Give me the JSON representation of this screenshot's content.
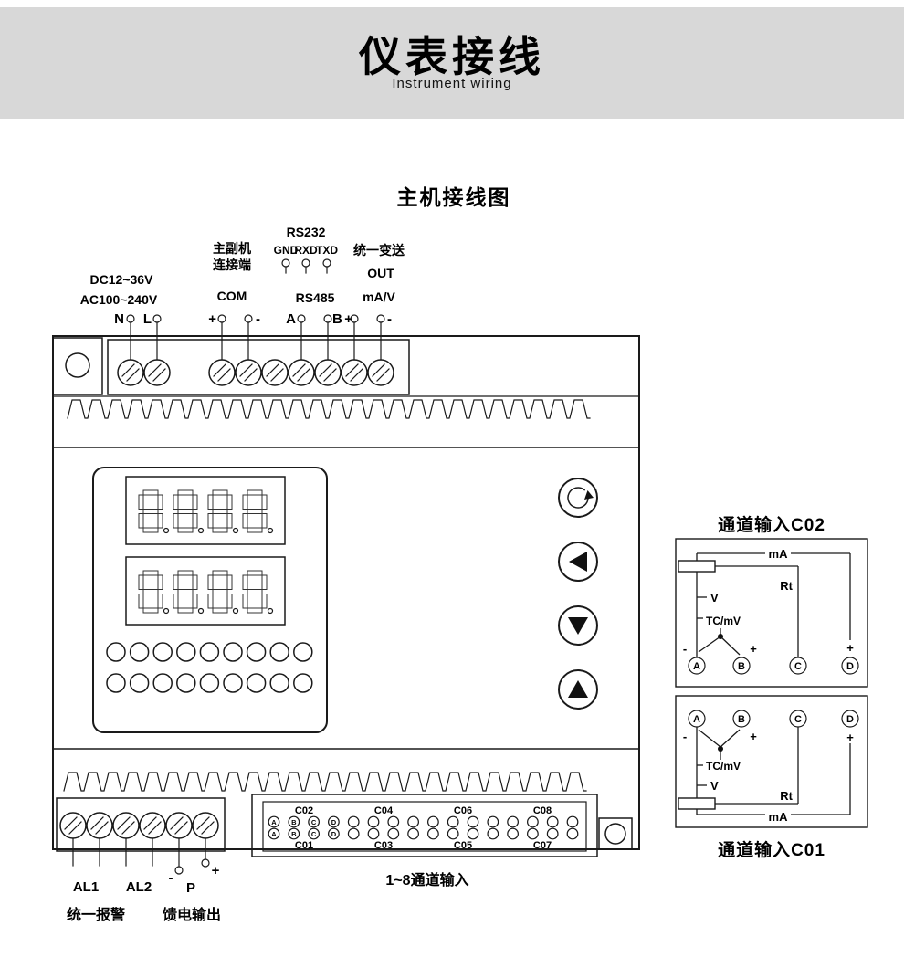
{
  "header": {
    "title": "仪表接线",
    "subtitle": "Instrument wiring"
  },
  "diagram_title": "主机接线图",
  "power": {
    "dc": "DC12~36V",
    "ac": "AC100~240V",
    "n": "N",
    "l": "L"
  },
  "signs": {
    "plus": "+",
    "minus": "-"
  },
  "comm": {
    "master_line1": "主副机",
    "master_line2": "连接端",
    "com": "COM",
    "rs232": "RS232",
    "gnd": "GND",
    "rxd": "RXD",
    "txd": "TXD",
    "rs485": "RS485",
    "a": "A",
    "b": "B",
    "transmit": "统一变送",
    "out": "OUT",
    "mav": "mA/V"
  },
  "display": {
    "row1": "8.8.8.8.",
    "row2": "8.8.8.8."
  },
  "bottom": {
    "al1": "AL1",
    "al2": "AL2",
    "p": "P",
    "alarm": "统一报警",
    "feed": "馈电输出",
    "channel_note": "1~8通道输入"
  },
  "connector": {
    "top_channels": [
      "C02",
      "C04",
      "C06",
      "C08"
    ],
    "bottom_channels": [
      "C01",
      "C03",
      "C05",
      "C07"
    ],
    "pin_letters": [
      "A",
      "B",
      "C",
      "D"
    ]
  },
  "channel_boxes": {
    "c02_title": "通道输入C02",
    "c01_title": "通道输入C01",
    "labels": {
      "ma": "mA",
      "rt": "Rt",
      "v": "V",
      "tc": "TC/mV"
    },
    "terminals": [
      "A",
      "B",
      "C",
      "D"
    ]
  }
}
